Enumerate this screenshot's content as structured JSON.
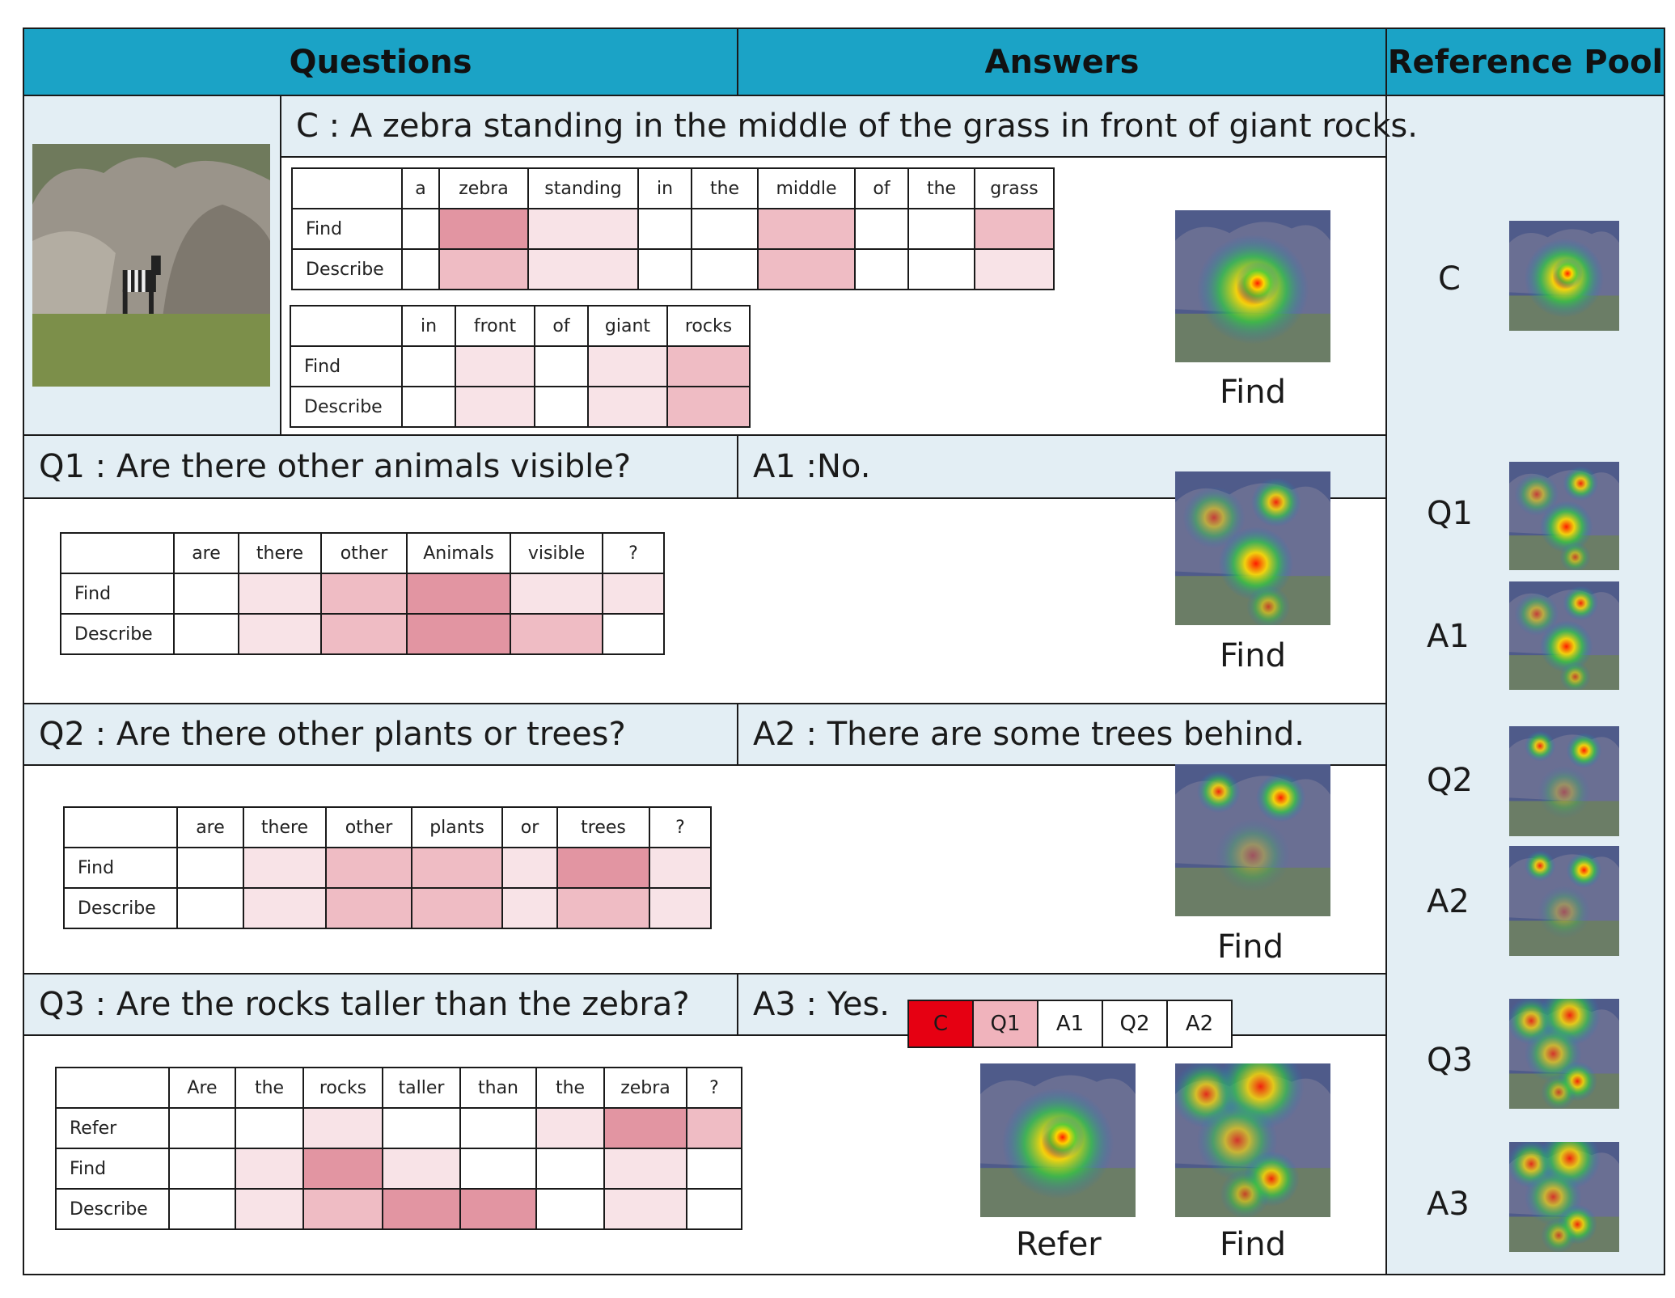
{
  "header": {
    "questions": "Questions",
    "answers": "Answers",
    "pool": "Reference Pool"
  },
  "caption": "C : A zebra standing in the middle of the grass in front of giant rocks.",
  "rounds": [
    {
      "q": "Q1 : Are there other animals visible?",
      "a": "A1 :No."
    },
    {
      "q": "Q2  : Are there other plants or trees?",
      "a": "A2 : There are some trees behind."
    },
    {
      "q": "Q3  : Are the rocks taller than the zebra?",
      "a": "A3 : Yes."
    }
  ],
  "module_labels": {
    "find": "Find",
    "refer": "Refer"
  },
  "row_labels": {
    "find": "Find",
    "describe": "Describe",
    "refer": "Refer"
  },
  "tables": {
    "c1": {
      "tokens": [
        "a",
        "zebra",
        "standing",
        "in",
        "the",
        "middle",
        "of",
        "the",
        "grass"
      ],
      "find": [
        0,
        3,
        1,
        0,
        0,
        2,
        0,
        0,
        2
      ],
      "describe": [
        0,
        2,
        1,
        0,
        0,
        2,
        0,
        0,
        1
      ]
    },
    "c2": {
      "tokens": [
        "in",
        "front",
        "of",
        "giant",
        "rocks"
      ],
      "find": [
        0,
        1,
        0,
        1,
        2
      ],
      "describe": [
        0,
        1,
        0,
        1,
        2
      ]
    },
    "q1": {
      "tokens": [
        "are",
        "there",
        "other",
        "Animals",
        "visible",
        "?"
      ],
      "find": [
        0,
        1,
        2,
        3,
        1,
        1
      ],
      "describe": [
        0,
        1,
        2,
        3,
        2,
        0
      ]
    },
    "q2": {
      "tokens": [
        "are",
        "there",
        "other",
        "plants",
        "or",
        "trees",
        "?"
      ],
      "find": [
        0,
        1,
        2,
        2,
        1,
        3,
        1
      ],
      "describe": [
        0,
        1,
        2,
        2,
        1,
        2,
        1
      ]
    },
    "q3": {
      "tokens": [
        "Are",
        "the",
        "rocks",
        "taller",
        "than",
        "the",
        "zebra",
        "?"
      ],
      "refer": [
        0,
        0,
        1,
        0,
        0,
        1,
        3,
        2
      ],
      "find": [
        0,
        1,
        3,
        1,
        0,
        0,
        1,
        0
      ],
      "describe": [
        0,
        1,
        2,
        3,
        3,
        0,
        1,
        0
      ]
    }
  },
  "heat_levels": [
    "#ffffff",
    "#f8e3e7",
    "#efbcc4",
    "#e295a2"
  ],
  "reference_chips": [
    {
      "label": "C",
      "color": "#e60012"
    },
    {
      "label": "Q1",
      "color": "#f0b3bc"
    },
    {
      "label": "A1",
      "color": "#ffffff"
    },
    {
      "label": "Q2",
      "color": "#ffffff"
    },
    {
      "label": "A2",
      "color": "#ffffff"
    }
  ],
  "pool_labels": [
    "C",
    "Q1",
    "A1",
    "Q2",
    "A2",
    "Q3",
    "A3"
  ]
}
